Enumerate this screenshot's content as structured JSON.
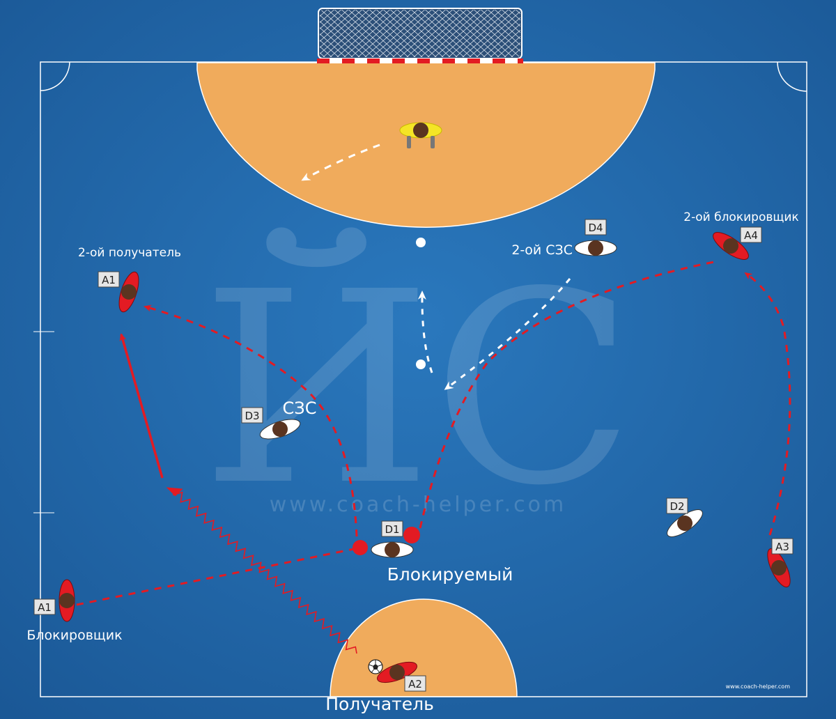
{
  "diagram": {
    "watermark": {
      "monogram": "ЙС",
      "url": "www.coach-helper.com"
    },
    "corner_credit": "www.coach-helper.com",
    "labels": {
      "second_receiver": "2-ой получатель",
      "second_blocker": "2-ой блокировщик",
      "second_szs": "2-ой СЗС",
      "szs": "СЗС",
      "blocked": "Блокируемый",
      "blocker": "Блокировщик",
      "receiver": "Получатель"
    },
    "players": {
      "a1_top": "A1",
      "a1_bottom": "A1",
      "a2": "A2",
      "a3": "A3",
      "a4": "A4",
      "d1": "D1",
      "d2": "D2",
      "d3": "D3",
      "d4": "D4"
    },
    "colors": {
      "field": "#1f64a6",
      "penalty_area": "#f0ab5c",
      "attacker": "#e31b23",
      "defender": "#ffffff",
      "goalkeeper": "#f4e526",
      "path_attack": "#e31b23",
      "path_defense": "#ffffff"
    }
  }
}
